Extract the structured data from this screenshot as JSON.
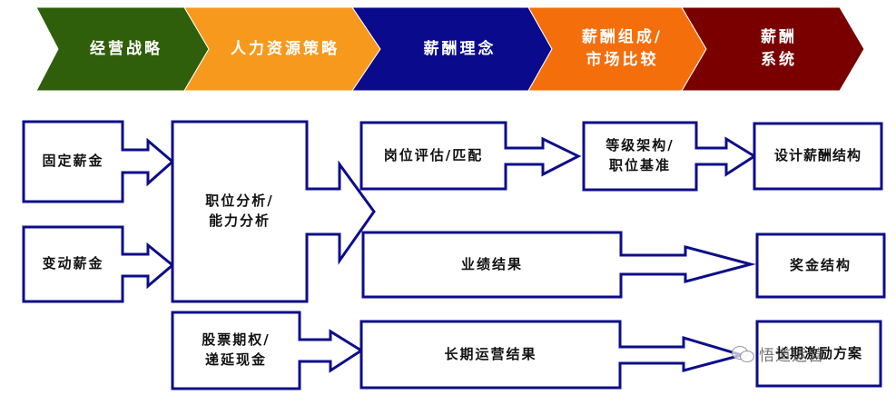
{
  "process_banner": {
    "stages": [
      {
        "label": "经营战略",
        "color": "#2f5f0a"
      },
      {
        "label": "人力资源策略",
        "color": "#f7991c"
      },
      {
        "label": "薪酬理念",
        "color": "#0a0a8c"
      },
      {
        "label": "薪酬组成/\n市场比较",
        "color": "#f46f0c"
      },
      {
        "label": "薪酬\n系统",
        "color": "#7a0000"
      }
    ]
  },
  "flow": {
    "line_color": "#0d0d8a",
    "nodes": {
      "fixed_pay": "固定薪金",
      "variable_pay": "变动薪金",
      "job_analysis": "职位分析/\n能力分析",
      "job_evaluation": "岗位评估/匹配",
      "grade_structure": "等级架构/\n职位基准",
      "design_pay_structure": "设计薪酬结构",
      "performance_results": "业绩结果",
      "bonus_structure": "奖金结构",
      "stock_options": "股票期权/\n递延现金",
      "long_term_results": "长期运营结果",
      "long_term_incentive": "长期激励方案"
    }
  },
  "watermark": {
    "text": "悟道运营",
    "icon": "wechat-icon"
  }
}
